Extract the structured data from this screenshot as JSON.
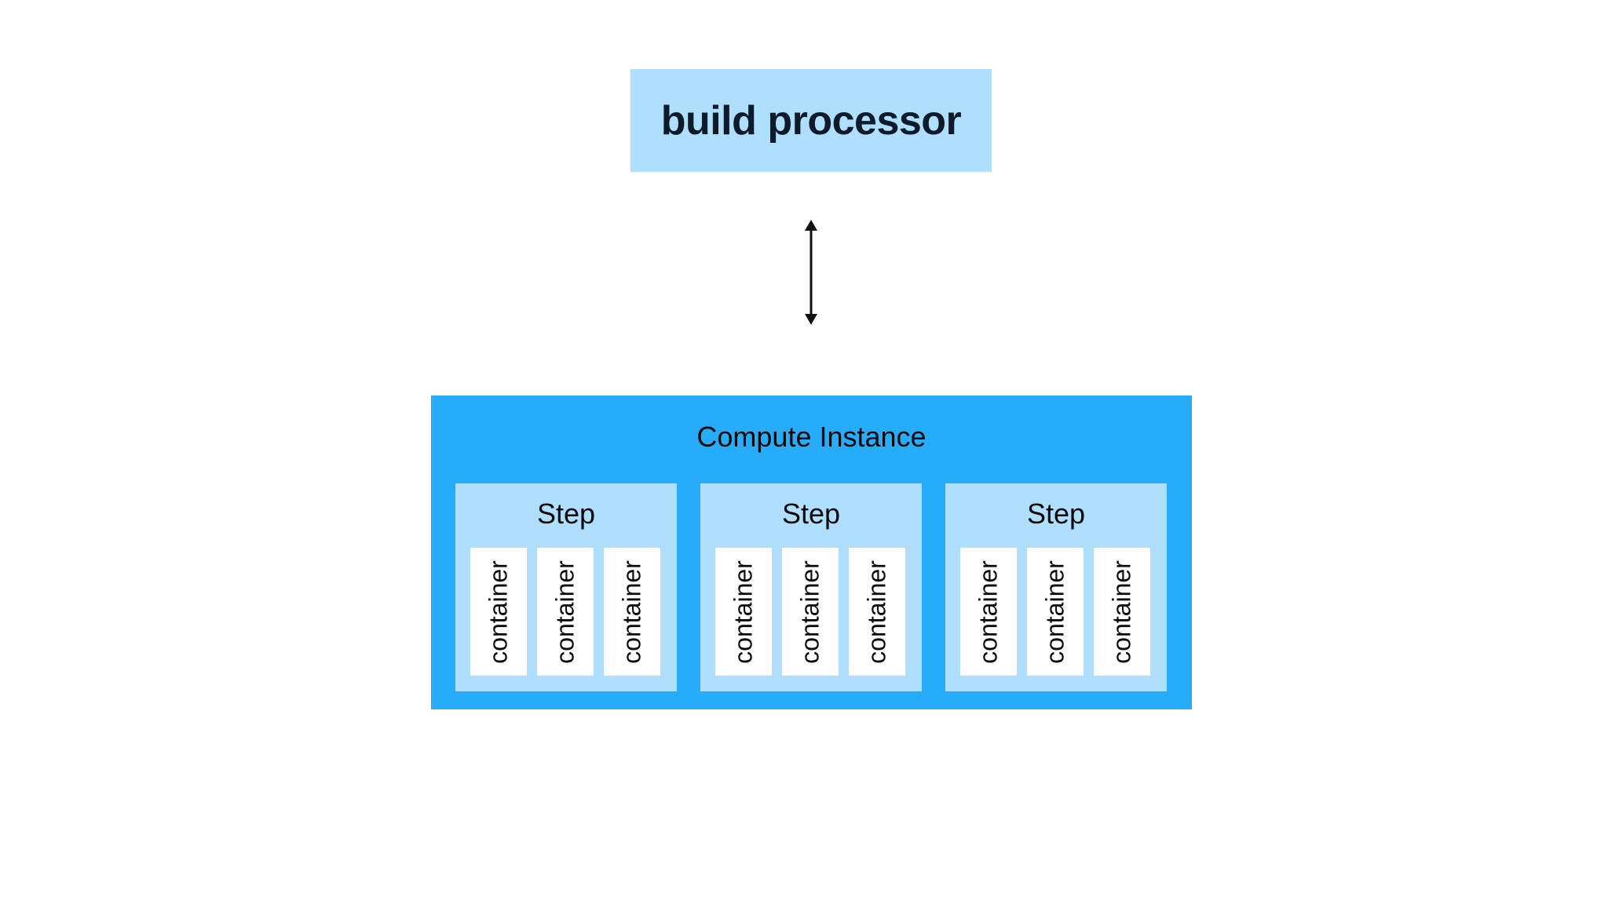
{
  "processor": {
    "label": "build processor"
  },
  "compute": {
    "label": "Compute Instance"
  },
  "steps": [
    {
      "label": "Step",
      "containers": [
        "container",
        "container",
        "container"
      ]
    },
    {
      "label": "Step",
      "containers": [
        "container",
        "container",
        "container"
      ]
    },
    {
      "label": "Step",
      "containers": [
        "container",
        "container",
        "container"
      ]
    }
  ],
  "colors": {
    "processor_fill": "#afdffd",
    "compute_fill": "#27acfa",
    "step_fill": "#afdffd",
    "container_fill": "#ffffff"
  },
  "icons": {
    "connector": "double-headed-vertical-arrow"
  }
}
